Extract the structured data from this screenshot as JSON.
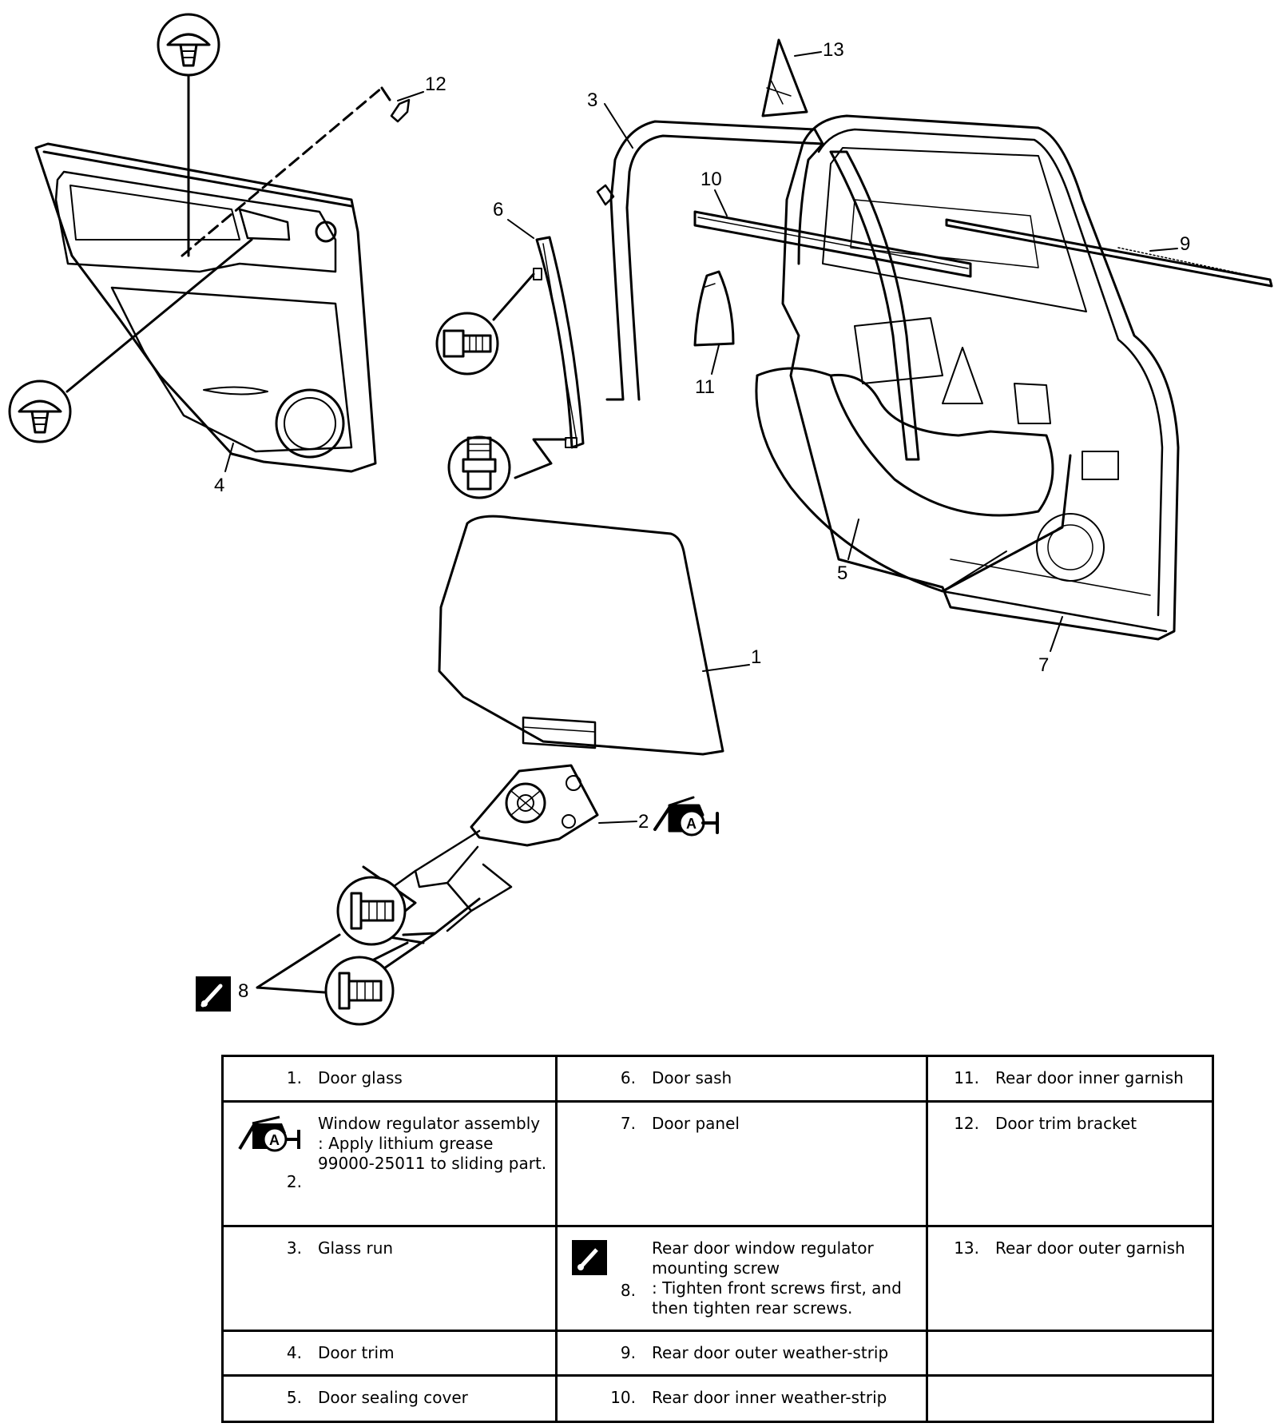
{
  "callouts": [
    "1",
    "2",
    "3",
    "4",
    "5",
    "6",
    "7",
    "8",
    "9",
    "10",
    "11",
    "12",
    "13"
  ],
  "icons": {
    "grease": "lithium-grease-apply-icon",
    "torque": "tighten-torque-icon",
    "grease_letter": "A"
  },
  "legend": {
    "rows": [
      [
        {
          "num": "1.",
          "text": "Door glass"
        },
        {
          "num": "6.",
          "text": "Door sash"
        },
        {
          "num": "11.",
          "text": "Rear door inner garnish"
        }
      ],
      [
        {
          "num": "2.",
          "text": "Window regulator assembly",
          "note": ": Apply lithium grease 99000-25011 to sliding part."
        },
        {
          "num": "7.",
          "text": "Door panel"
        },
        {
          "num": "12.",
          "text": "Door trim bracket"
        }
      ],
      [
        {
          "num": "3.",
          "text": "Glass run"
        },
        {
          "num": "8.",
          "text": "Rear door window regulator mounting screw",
          "note": ": Tighten front screws first, and then tighten rear screws."
        },
        {
          "num": "13.",
          "text": "Rear door outer garnish"
        }
      ],
      [
        {
          "num": "4.",
          "text": "Door trim"
        },
        {
          "num": "9.",
          "text": "Rear door outer weather-strip"
        },
        {
          "num": "",
          "text": ""
        }
      ],
      [
        {
          "num": "5.",
          "text": "Door sealing cover"
        },
        {
          "num": "10.",
          "text": "Rear door inner weather-strip"
        },
        {
          "num": "",
          "text": ""
        }
      ]
    ]
  }
}
